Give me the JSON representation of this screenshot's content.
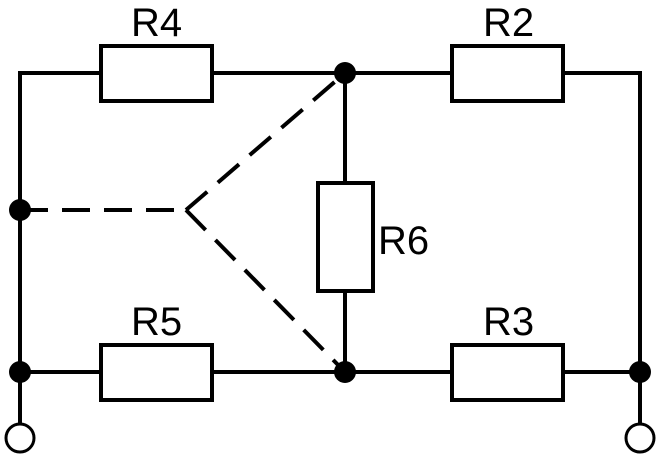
{
  "resistors": {
    "r4": {
      "label": "R4"
    },
    "r2": {
      "label": "R2"
    },
    "r6": {
      "label": "R6"
    },
    "r5": {
      "label": "R5"
    },
    "r3": {
      "label": "R3"
    }
  }
}
